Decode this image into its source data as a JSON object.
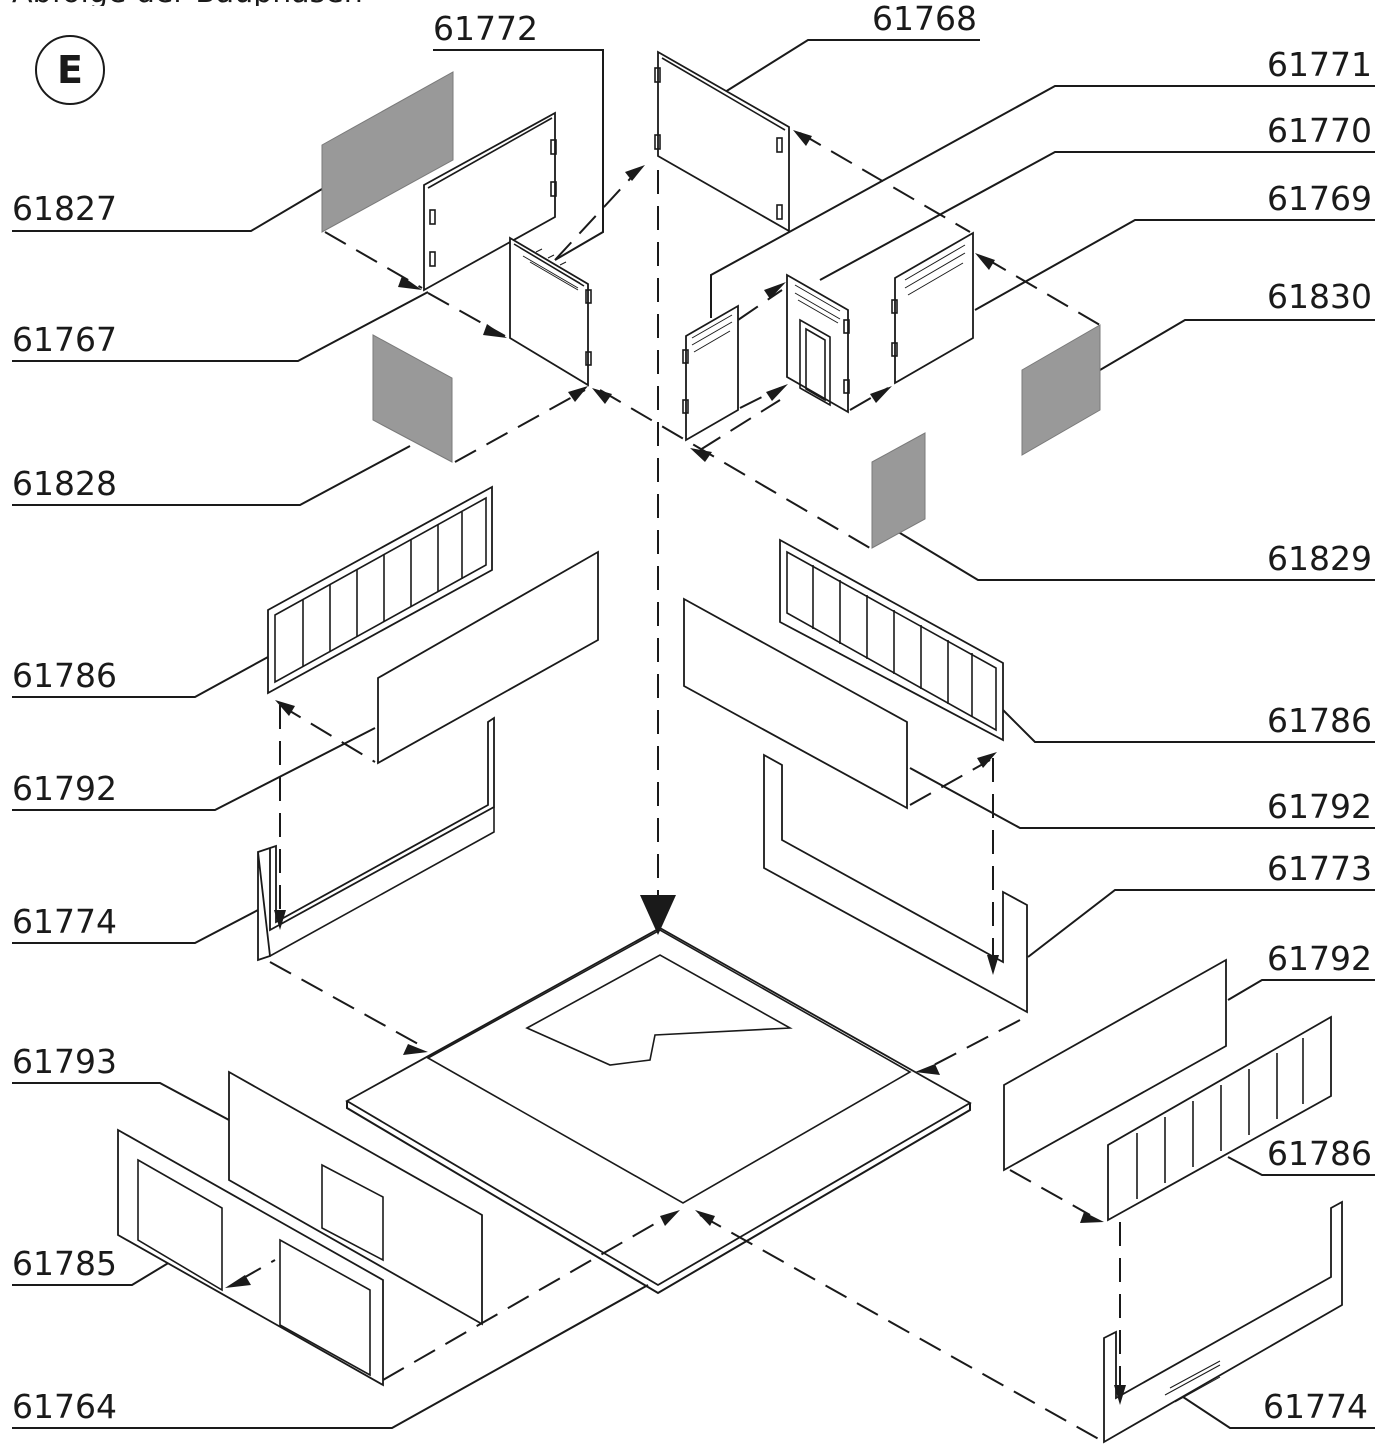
{
  "badge": {
    "letter": "E"
  },
  "header_fragment": "Abfolge der Bauphasen",
  "labels": {
    "l61772": "61772",
    "l61768": "61768",
    "l61771": "61771",
    "l61770": "61770",
    "l61769": "61769",
    "l61830": "61830",
    "l61827": "61827",
    "l61767": "61767",
    "l61828": "61828",
    "l61829": "61829",
    "l61786a": "61786",
    "l61786b": "61786",
    "l61792a": "61792",
    "l61792b": "61792",
    "l61773": "61773",
    "l61774a": "61774",
    "l61792c": "61792",
    "l61793": "61793",
    "l61786c": "61786",
    "l61785": "61785",
    "l61764": "61764",
    "l61774b": "61774"
  },
  "colors": {
    "line": "#1a1a1a",
    "panel_gray": "#999999",
    "background": "#ffffff"
  }
}
